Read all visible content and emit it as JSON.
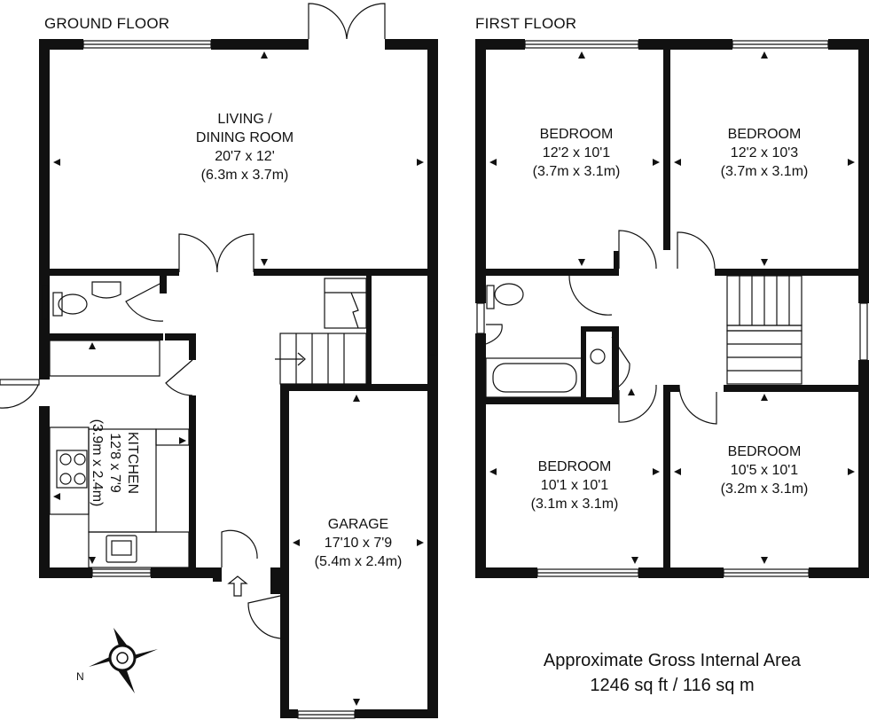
{
  "floors": {
    "ground": {
      "title": "GROUND FLOOR"
    },
    "first": {
      "title": "FIRST FLOOR"
    }
  },
  "rooms": {
    "living": {
      "name_line1": "LIVING /",
      "name_line2": "DINING ROOM",
      "imperial": "20'7 x 12'",
      "metric": "(6.3m x 3.7m)"
    },
    "kitchen": {
      "name": "KITCHEN",
      "imperial": "12'8 x 7'9",
      "metric": "(3.9m x 2.4m)"
    },
    "garage": {
      "name": "GARAGE",
      "imperial": "17'10 x 7'9",
      "metric": "(5.4m x 2.4m)"
    },
    "bed1": {
      "name": "BEDROOM",
      "imperial": "12'2 x 10'1",
      "metric": "(3.7m x 3.1m)"
    },
    "bed2": {
      "name": "BEDROOM",
      "imperial": "12'2 x 10'3",
      "metric": "(3.7m x 3.1m)"
    },
    "bed3": {
      "name": "BEDROOM",
      "imperial": "10'1 x 10'1",
      "metric": "(3.1m x 3.1m)"
    },
    "bed4": {
      "name": "BEDROOM",
      "imperial": "10'5 x 10'1",
      "metric": "(3.2m x 3.1m)"
    }
  },
  "summary": {
    "line1": "Approximate Gross Internal Area",
    "line2": "1246 sq ft / 116 sq m"
  },
  "compass": {
    "label": "N"
  }
}
